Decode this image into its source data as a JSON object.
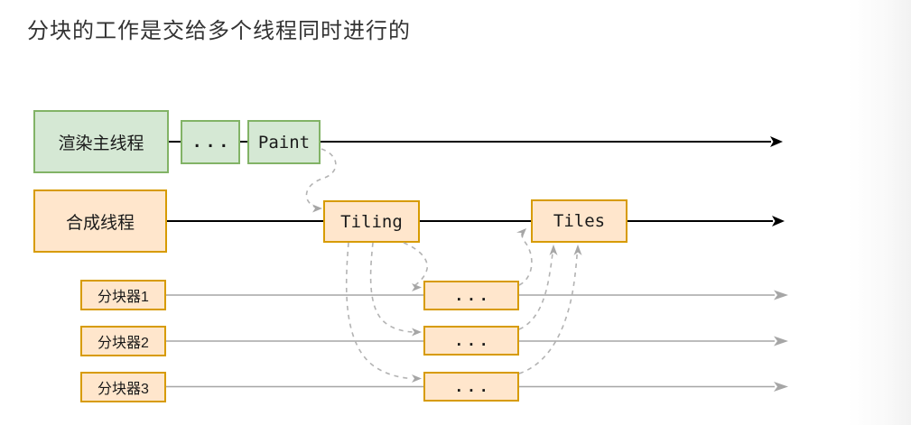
{
  "title": "分块的工作是交给多个线程同时进行的",
  "colors": {
    "title_text": "#333333",
    "green_fill": "#d5e8d4",
    "green_border": "#82b366",
    "orange_fill": "#ffe6cc",
    "orange_border": "#d79b00",
    "black_line": "#000000",
    "gray_line": "#a6a6a6",
    "dashed_gray": "#b3b3b3"
  },
  "nodes": {
    "render_main_thread": "渲染主线程",
    "main_thread_ellipsis": "...",
    "paint": "Paint",
    "compositor_thread": "合成线程",
    "tiling": "Tiling",
    "tiles": "Tiles",
    "tiler1": "分块器1",
    "tiler2": "分块器2",
    "tiler3": "分块器3",
    "tiler1_task": "...",
    "tiler2_task": "...",
    "tiler3_task": "..."
  }
}
